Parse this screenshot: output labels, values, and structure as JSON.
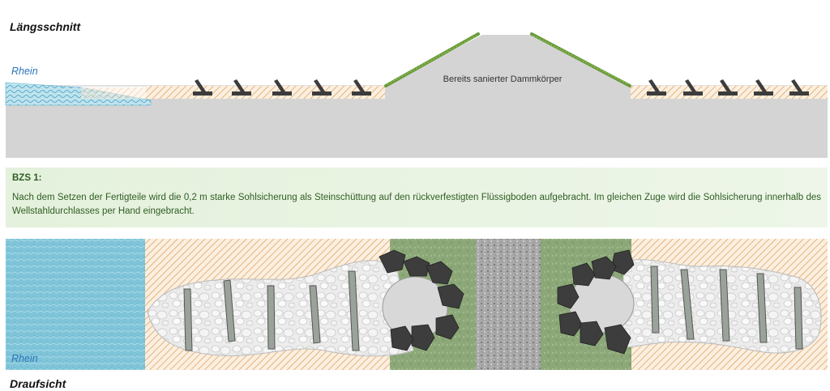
{
  "section": {
    "title": "Längsschnitt",
    "river_label": "Rhein",
    "dam_label": "Bereits sanierter Dammkörper"
  },
  "info": {
    "heading": "BZS 1:",
    "text": "Nach dem Setzen der Fertigteile wird die 0,2 m starke Sohlsicherung als Steinschüttung auf den rückverfestigten Flüssigboden aufgebracht. Im gleichen Zuge wird die Sohlsicherung innerhalb des Wellstahldurchlasses per Hand eingebracht."
  },
  "plan": {
    "title": "Draufsicht",
    "river_label": "Rhein"
  },
  "colors": {
    "water": "#7fc4d8",
    "ground": "#d4d4d4",
    "soil_hatch": "#e0a565",
    "grass": "#6a9a3a",
    "precast": "#3c3c3c",
    "info_text": "#2f5d23",
    "river_text": "#2a74b8"
  }
}
